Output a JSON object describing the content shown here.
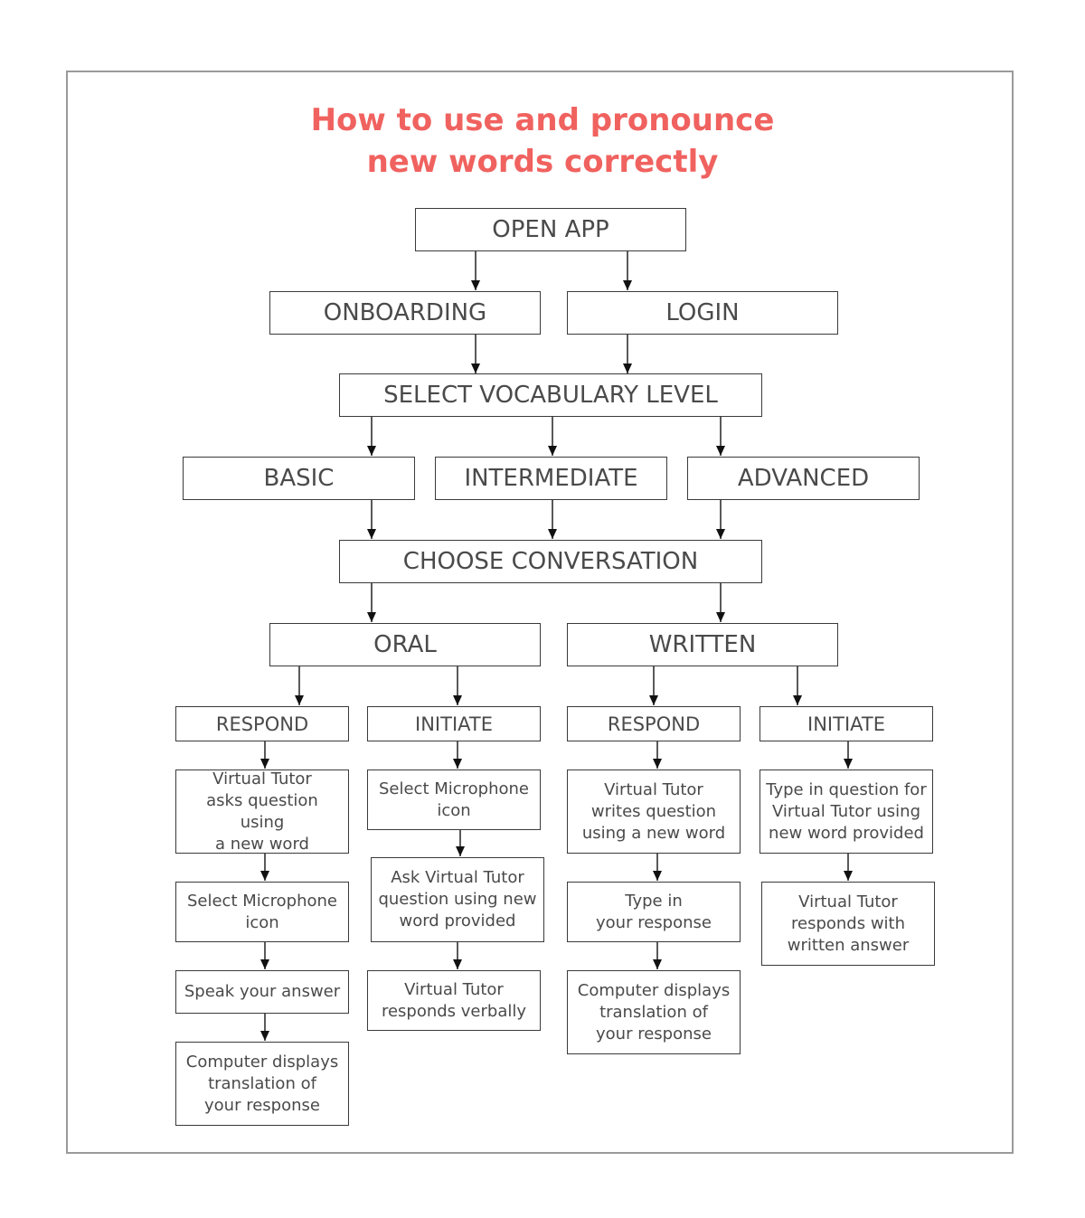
{
  "title": {
    "line1": "How to use and pronounce",
    "line2": "new words correctly"
  },
  "colors": {
    "title": "#f0625f",
    "box_border": "#3a3a3a",
    "box_text": "#4a4a4a",
    "frame": "#9a9a9a"
  },
  "nodes": {
    "open_app": "OPEN APP",
    "onboarding": "ONBOARDING",
    "login": "LOGIN",
    "select_vocab": "SELECT VOCABULARY LEVEL",
    "basic": "BASIC",
    "intermediate": "INTERMEDIATE",
    "advanced": "ADVANCED",
    "choose_conversation": "CHOOSE CONVERSATION",
    "oral": "ORAL",
    "written": "WRITTEN",
    "oral_respond": "RESPOND",
    "oral_initiate": "INITIATE",
    "written_respond": "RESPOND",
    "written_initiate": "INITIATE",
    "or_1": "Virtual Tutor\nasks question using\na new word",
    "or_2": "Select Microphone\nicon",
    "or_3": "Speak your answer",
    "or_4": "Computer displays\ntranslation of\nyour response",
    "oi_1": "Select Microphone\nicon",
    "oi_2": "Ask Virtual Tutor\nquestion using new\nword provided",
    "oi_3": "Virtual Tutor\nresponds verbally",
    "wr_1": "Virtual Tutor\nwrites question\nusing a new word",
    "wr_2": "Type in\nyour response",
    "wr_3": "Computer displays\ntranslation of\nyour response",
    "wi_1": "Type in question for\nVirtual Tutor using\nnew word provided",
    "wi_2": "Virtual Tutor\nresponds with\nwritten answer"
  }
}
